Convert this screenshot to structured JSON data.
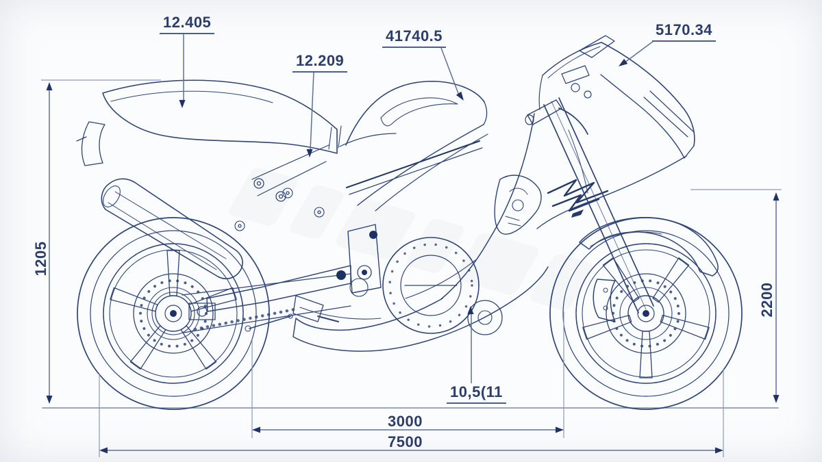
{
  "page": {
    "background": "#fbfcfd",
    "drawing_line_color": "#2e4478",
    "dimension_line_color": "#5e7099",
    "arrow_color": "#1f3366",
    "text_color": "#2b3d6a",
    "subject": "sport-motorcycle-side-view-blueprint"
  },
  "annotations": {
    "tail": {
      "label": "12.405"
    },
    "seat": {
      "label": "12.209"
    },
    "tank": {
      "label": "41740.5"
    },
    "windscreen": {
      "label": "5170.34"
    },
    "height_left": {
      "label": "1205"
    },
    "height_right": {
      "label": "2200"
    },
    "engine": {
      "label": "10,5(11"
    },
    "wheelbase": {
      "label": "3000"
    },
    "overall_length": {
      "label": "7500"
    }
  }
}
